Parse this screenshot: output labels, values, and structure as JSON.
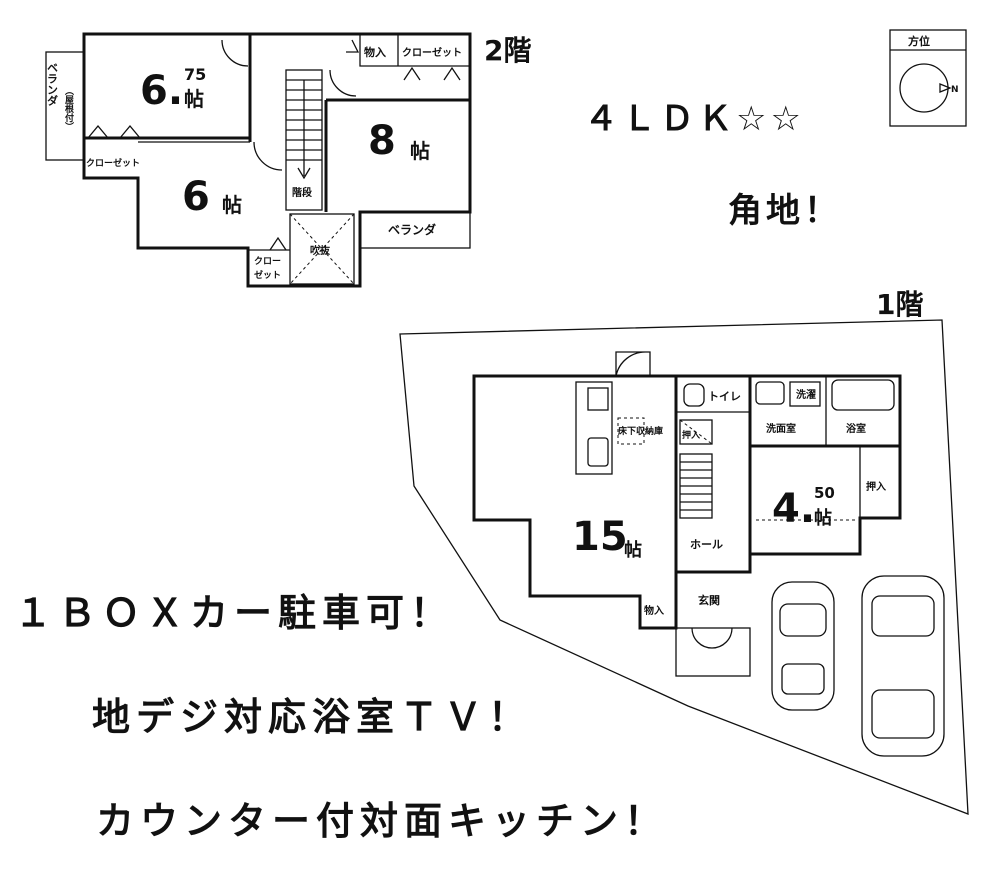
{
  "floor2": {
    "heading": "2階",
    "rooms": {
      "r675_num": "6.",
      "r675_frac": "75",
      "r675_unit": "帖",
      "r6_num": "6",
      "r6_unit": "帖",
      "r8_num": "8",
      "r8_unit": "帖",
      "oshiire": "物入",
      "closet_top": "クローゼット",
      "closet_left": "クローゼット",
      "closet_small_1": "クロー",
      "closet_small_2": "ゼット",
      "veranda_left_1": "ベランダ",
      "veranda_left_2": "（屋根付）",
      "veranda_bottom": "ベランダ",
      "stair_label": "階段",
      "fukinuke": "吹抜"
    }
  },
  "summary": {
    "layout": "４ＬＤＫ☆☆",
    "corner": "角地！"
  },
  "compass": {
    "title": "方位",
    "north": "N"
  },
  "floor1": {
    "heading": "1階",
    "rooms": {
      "living_num": "15",
      "living_unit": "帖",
      "japanese_num": "4.",
      "japanese_frac": "50",
      "japanese_unit": "帖",
      "toilet": "トイレ",
      "senmen": "洗面室",
      "sentaku": "洗濯",
      "bath": "浴室",
      "oshiire": "押入",
      "underfloor": "床下収納庫",
      "storage_1": "押入",
      "hall": "ホール",
      "entrance": "玄関",
      "monoire": "物入"
    }
  },
  "features": {
    "parking": "１ＢＯＸカー駐車可！",
    "bath_tv": "地デジ対応浴室ＴＶ！",
    "kitchen": "カウンター付対面キッチン！"
  }
}
